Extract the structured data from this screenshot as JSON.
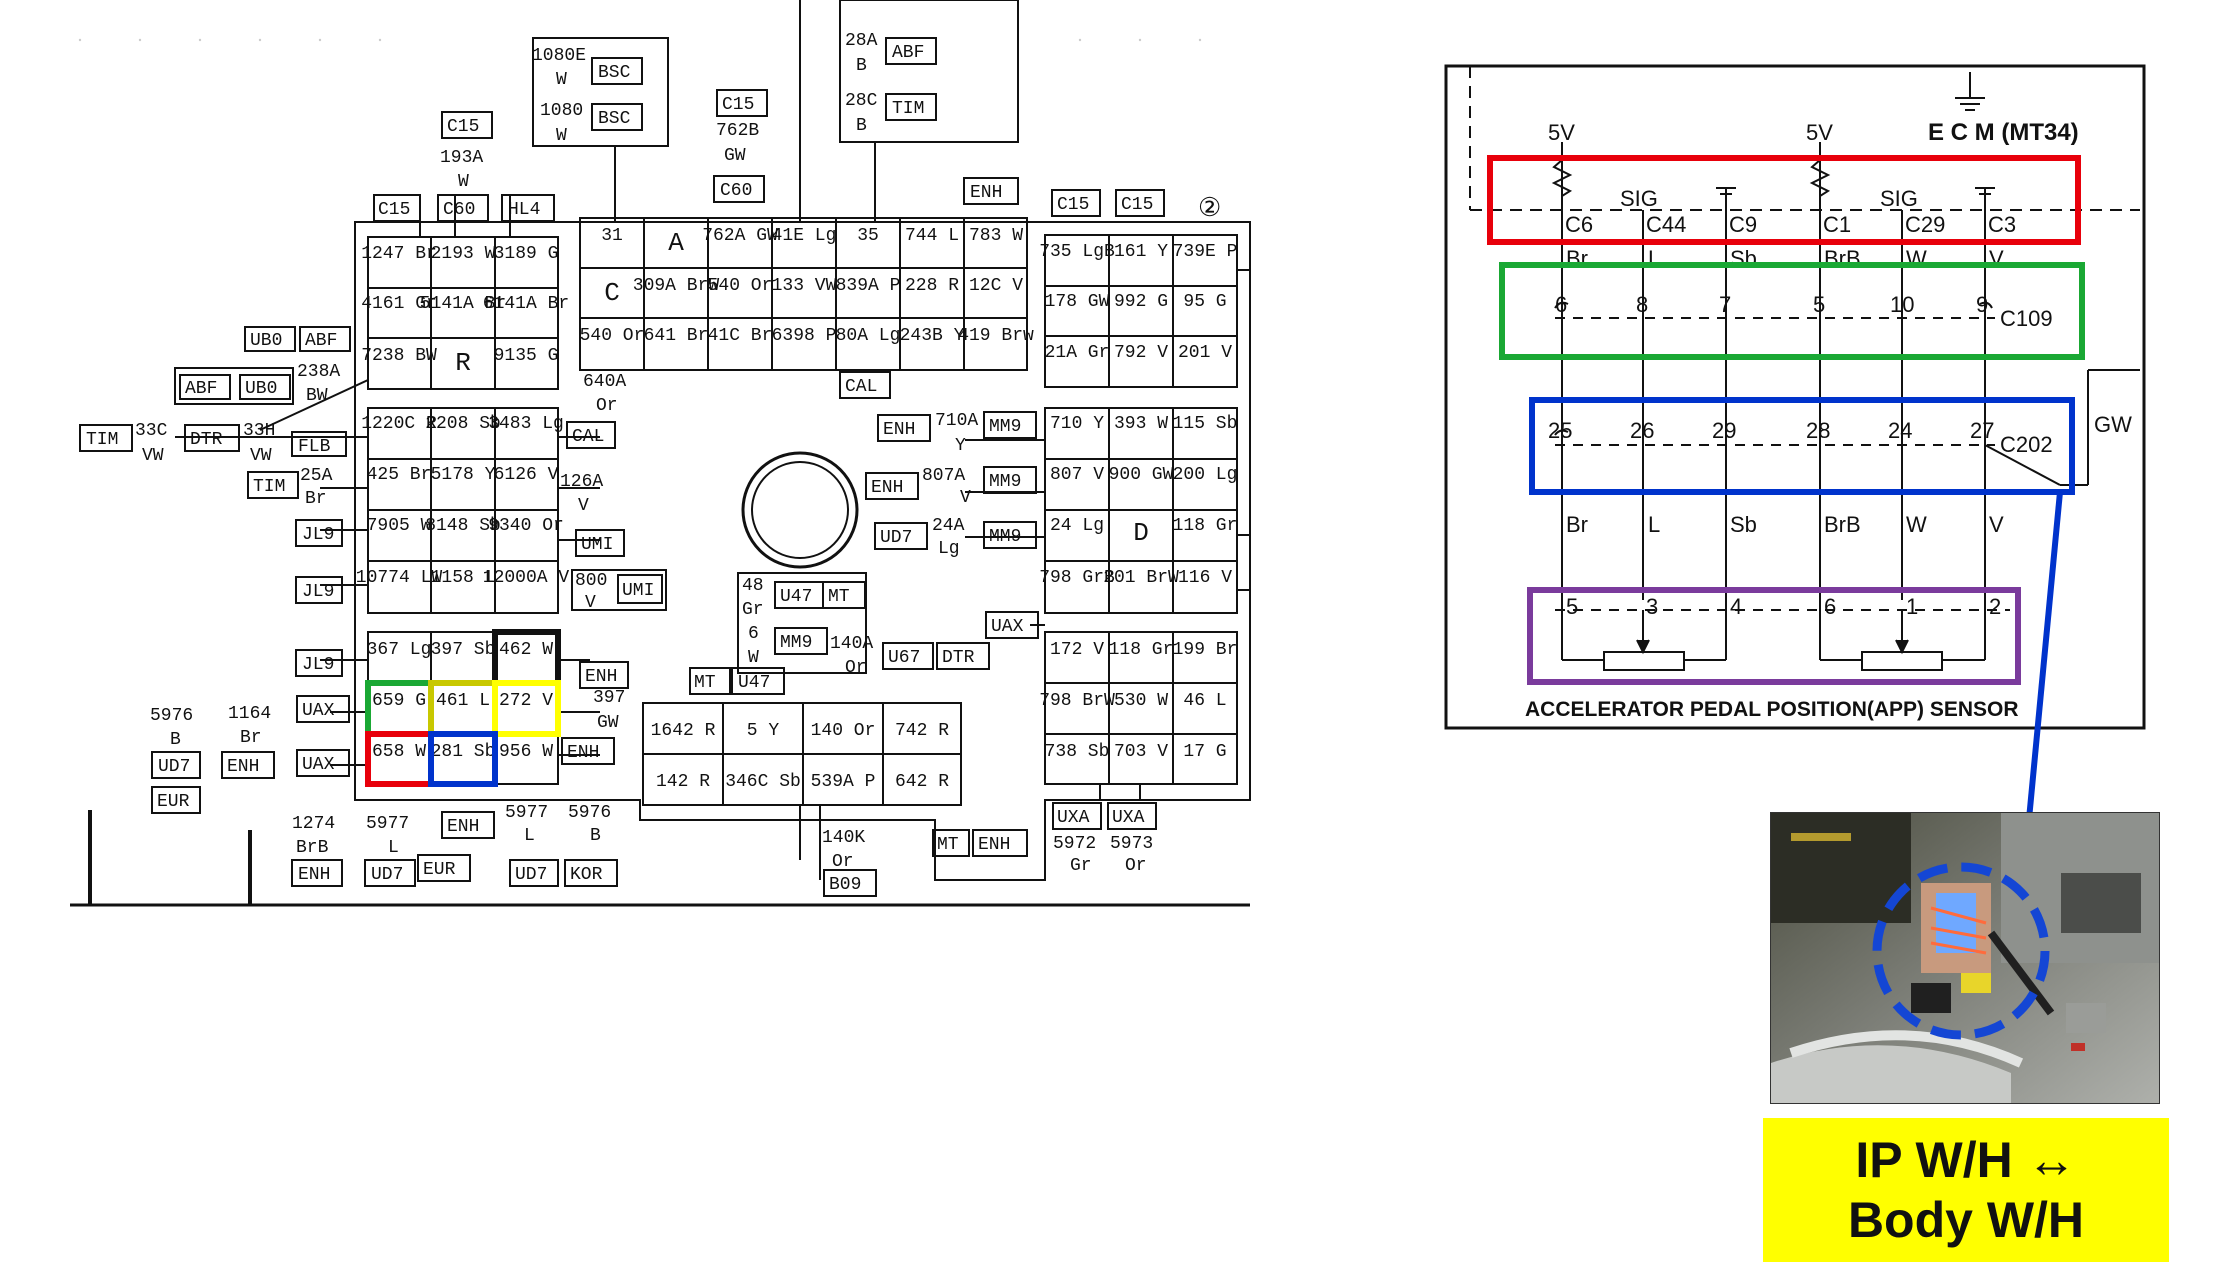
{
  "connector_diagram": {
    "top_boxes": [
      {
        "text": "1080E",
        "text2": "W",
        "tag": "BSC"
      },
      {
        "text": "1080",
        "text2": "W",
        "tag": "BSC"
      },
      {
        "text": "28A",
        "text2": "B",
        "tag": "ABF"
      },
      {
        "text": "28C",
        "text2": "B",
        "tag": "TIM"
      },
      {
        "text": "C15"
      },
      {
        "text": "762B"
      },
      {
        "text": "GW"
      },
      {
        "text": "C60"
      },
      {
        "text": "C15"
      },
      {
        "text": "193A"
      },
      {
        "text": "W"
      }
    ],
    "header_tags": [
      "C15",
      "C60",
      "HL4",
      "ENH",
      "C15",
      "C15",
      "②"
    ],
    "left_labels": [
      {
        "text": "UB0"
      },
      {
        "text": "ABF"
      },
      {
        "text": "238A"
      },
      {
        "text": "BW"
      },
      {
        "text": "ABF"
      },
      {
        "text": "UB0"
      },
      {
        "text": "TIM"
      },
      {
        "text": "33C"
      },
      {
        "text": "VW"
      },
      {
        "text": "DTR"
      },
      {
        "text": "33H"
      },
      {
        "text": "VW"
      },
      {
        "text": "FLB"
      },
      {
        "text": "TIM"
      },
      {
        "text": "25A"
      },
      {
        "text": "Br"
      },
      {
        "text": "JL9"
      },
      {
        "text": "JL9"
      },
      {
        "text": "JL9"
      },
      {
        "text": "UAX"
      },
      {
        "text": "UAX"
      },
      {
        "text": "5976"
      },
      {
        "text": "B"
      },
      {
        "text": "1164"
      },
      {
        "text": "Br"
      },
      {
        "text": "UD7"
      },
      {
        "text": "ENH"
      },
      {
        "text": "EUR"
      },
      {
        "text": "1274"
      },
      {
        "text": "BrB"
      },
      {
        "text": "5977"
      },
      {
        "text": "L"
      },
      {
        "text": "ENH"
      },
      {
        "text": "UD7"
      },
      {
        "text": "EUR"
      },
      {
        "text": "ENH"
      },
      {
        "text": "5977"
      },
      {
        "text": "L"
      },
      {
        "text": "5976"
      },
      {
        "text": "B"
      },
      {
        "text": "UD7"
      },
      {
        "text": "KOR"
      }
    ],
    "grid_left": [
      [
        "1247 Br",
        "2193 W",
        "3189 G"
      ],
      [
        "4161 Gr",
        "5141A Br",
        "6141A Br"
      ],
      [
        "7238 BW",
        "R",
        "9135 G"
      ]
    ],
    "grid_left2": [
      [
        "1220C R",
        "2208 Sb",
        "3483 Lg"
      ],
      [
        "425 Br",
        "5178 Y",
        "6126 V"
      ],
      [
        "7905 W",
        "8148 Sb",
        "9340 Or"
      ],
      [
        "10774 LW",
        "1158 L",
        "12000A V"
      ]
    ],
    "grid_left3": [
      [
        "367 Lg",
        "397 Sb",
        "462 W"
      ],
      [
        "659 G",
        "461 L",
        "272 V"
      ],
      [
        "658 W",
        "281 Sb",
        "956 W"
      ]
    ],
    "grid_top": [
      [
        "31",
        "A",
        "762A GW",
        "41E Lg",
        "35",
        "744 L",
        "783 W"
      ],
      [
        "C",
        "309A BrW",
        "540 Or",
        "133 VW",
        "839A P",
        "228 R",
        "12C V"
      ],
      [
        "540 Or",
        "641 Br",
        "41C Br",
        "6398 P",
        "80A Lg",
        "243B Y",
        "419 Brw"
      ]
    ],
    "grid_right": [
      [
        "735 LgB",
        "161 Y",
        "739E P"
      ],
      [
        "178 GW",
        "992 G",
        "95 G"
      ],
      [
        "21A Gr",
        "792 V",
        "201 V"
      ]
    ],
    "grid_right2": [
      [
        "710 Y",
        "393 W",
        "115 Sb"
      ],
      [
        "807 V",
        "900 GW",
        "200 Lg"
      ],
      [
        "24 Lg",
        "D",
        "118 Gr"
      ],
      [
        "798 GrB",
        "201 BrW",
        "116 V"
      ]
    ],
    "grid_right3": [
      [
        "172 V",
        "118 Gr",
        "199 Br"
      ],
      [
        "798 BrW",
        "530 W",
        "46 L"
      ],
      [
        "738 Sb",
        "703 V",
        "17 G"
      ]
    ],
    "grid_bottom": [
      [
        "1642 R",
        "5 Y",
        "140 Or",
        "742 R"
      ],
      [
        "142 R",
        "346C Sb",
        "539A P",
        "642 R"
      ]
    ],
    "mid_labels": [
      "640A",
      "Or",
      "CAL",
      "CAL",
      "126A",
      "V",
      "UMI",
      "800",
      "V",
      "UMI",
      "ENH",
      "710A",
      "Y",
      "MM9",
      "ENH",
      "807A",
      "V",
      "MM9",
      "UD7",
      "24A",
      "Lg",
      "MM9",
      "48",
      "Gr",
      "6",
      "W",
      "U47",
      "MT",
      "MM9",
      "140A",
      "Or",
      "U67",
      "DTR",
      "UAX",
      "MT",
      "U47",
      "397",
      "GW",
      "ENH",
      "ENH",
      "140K",
      "Or",
      "B09",
      "MT",
      "ENH",
      "UXA",
      "UXA",
      "5972",
      "Gr",
      "5973",
      "Or"
    ]
  },
  "ecm_schematic": {
    "module_label": "E C M (MT34)",
    "supply": [
      "5V",
      "5V"
    ],
    "signals": [
      "SIG",
      "SIG"
    ],
    "ecm_pins": [
      "C6",
      "C44",
      "C9",
      "C1",
      "C29",
      "C3"
    ],
    "colors_upper": [
      "Br",
      "L",
      "Sb",
      "BrB",
      "W",
      "V"
    ],
    "c109_pins": [
      "6",
      "8",
      "7",
      "5",
      "10",
      "9"
    ],
    "c109_label": "C109",
    "c202_pins": [
      "25",
      "26",
      "29",
      "28",
      "24",
      "27"
    ],
    "c202_label": "C202",
    "gw_label": "GW",
    "colors_lower": [
      "Br",
      "L",
      "Sb",
      "BrB",
      "W",
      "V"
    ],
    "sensor_pins": [
      "5",
      "3",
      "4",
      "6",
      "1",
      "2"
    ],
    "sensor_label": "ACCELERATOR PEDAL POSITION(APP) SENSOR"
  },
  "highlight_colors": {
    "red": "#e8000b",
    "green": "#1aa834",
    "blue": "#0033cc",
    "purple": "#7a3b9c",
    "yellow": "#ffff00",
    "photo_circle": "#1446d4"
  },
  "caption": {
    "line1": "IP W/H ↔",
    "line2": "Body W/H"
  }
}
